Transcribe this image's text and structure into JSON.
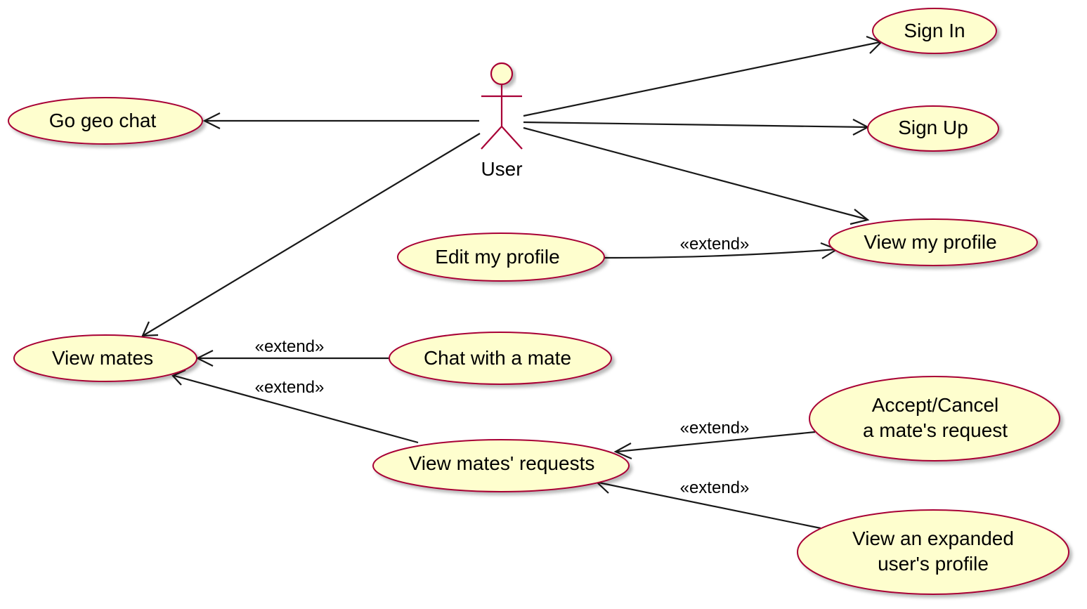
{
  "colors": {
    "usecase_fill": "#FEFECE",
    "usecase_stroke": "#A80036",
    "actor_stroke": "#A80036",
    "edge": "#181818",
    "shadow": "#c8c8c8"
  },
  "actor": {
    "label": "User"
  },
  "usecases": {
    "sign_in": {
      "lines": [
        "Sign In"
      ]
    },
    "sign_up": {
      "lines": [
        "Sign Up"
      ]
    },
    "go_geo_chat": {
      "lines": [
        "Go geo chat"
      ]
    },
    "view_my_profile": {
      "lines": [
        "View my profile"
      ]
    },
    "edit_my_profile": {
      "lines": [
        "Edit my profile"
      ]
    },
    "view_mates": {
      "lines": [
        "View mates"
      ]
    },
    "chat_with_mate": {
      "lines": [
        "Chat with a mate"
      ]
    },
    "view_mates_requests": {
      "lines": [
        "View mates' requests"
      ]
    },
    "accept_cancel": {
      "lines": [
        "Accept/Cancel",
        "a mate's request"
      ]
    },
    "view_expanded": {
      "lines": [
        "View an expanded",
        "user's profile"
      ]
    }
  },
  "relations": {
    "extend_label": "«extend»"
  }
}
